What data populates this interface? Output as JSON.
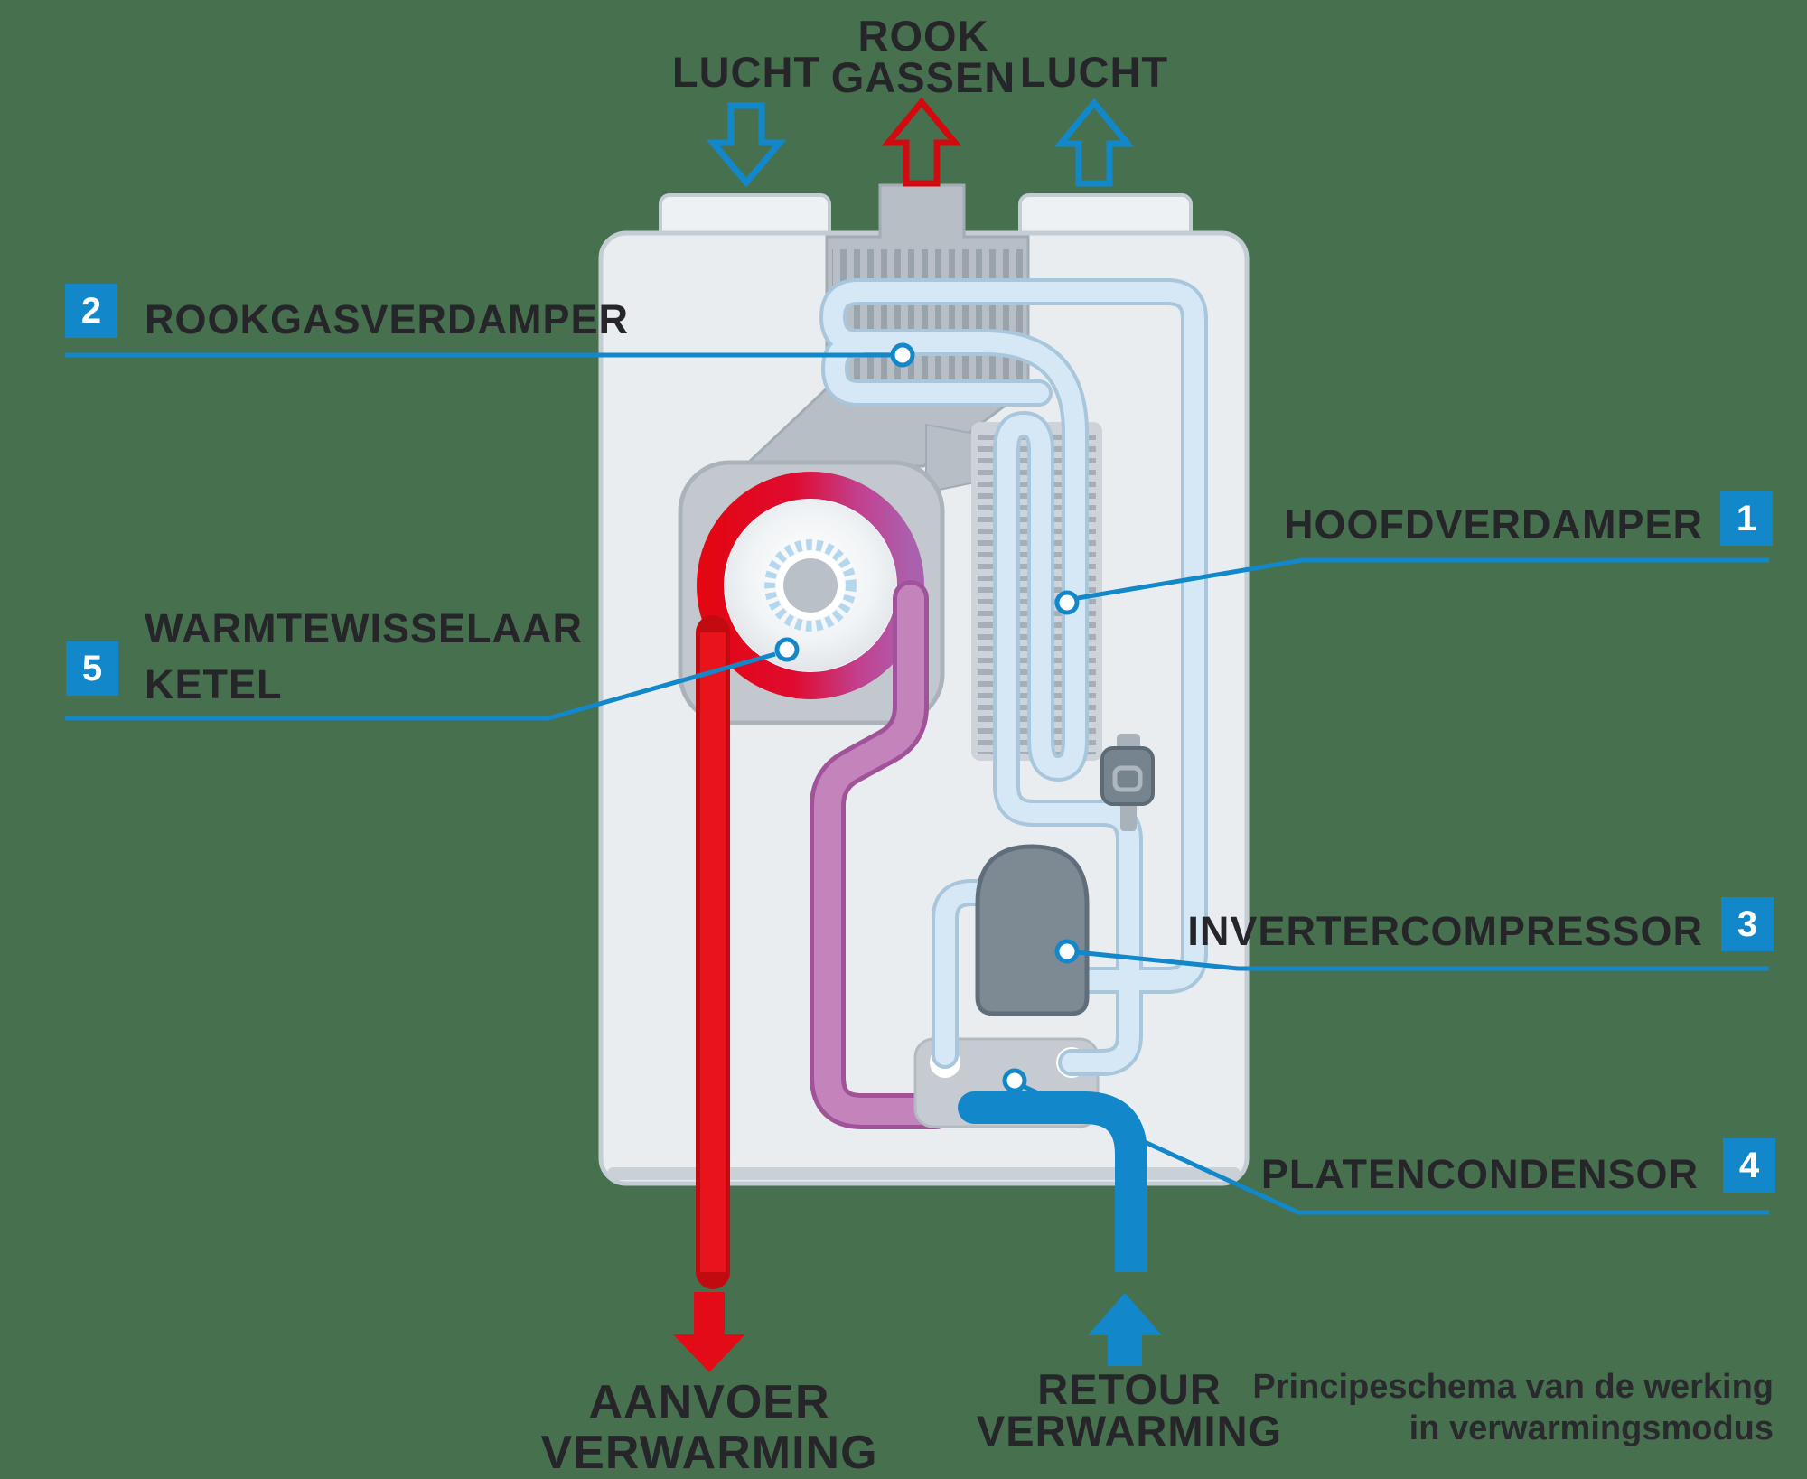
{
  "title": "Hybrid boiler heating-mode principle diagram",
  "background_color": "#47714E",
  "colors": {
    "accent_blue": "#1287c9",
    "red": "#e30b17",
    "red_dark": "#c20b11",
    "purple": "#c583bb",
    "purple_dark": "#a1539a",
    "pipe_light_blue": "#d6e8f5",
    "pipe_light_blue_edge": "#a8c6dc",
    "unit_body": "#e9edf0",
    "unit_gray": "#b7bec5",
    "compressor_gray": "#7d8a94",
    "text_dark": "#26262a"
  },
  "top_labels": {
    "air_left": "LUCHT",
    "flue_line1": "ROOK",
    "flue_line2": "GASSEN",
    "air_right": "LUCHT"
  },
  "callouts": {
    "hoofdverdamper": {
      "num": "1",
      "text": "HOOFDVERDAMPER"
    },
    "rookgasverdamper": {
      "num": "2",
      "text": "ROOKGASVERDAMPER"
    },
    "invertercompressor": {
      "num": "3",
      "text": "INVERTERCOMPRESSOR"
    },
    "platencondensor": {
      "num": "4",
      "text": "PLATENCONDENSOR"
    },
    "warmtewisselaar": {
      "num": "5",
      "line1": "WARMTEWISSELAAR",
      "line2": "KETEL"
    }
  },
  "flows": {
    "aanvoer": {
      "line1": "AANVOER",
      "line2": "VERWARMING"
    },
    "retour": {
      "line1": "RETOUR",
      "line2": "VERWARMING"
    }
  },
  "caption": {
    "line1": "Principeschema van de werking",
    "line2": "in verwarmingsmodus"
  }
}
